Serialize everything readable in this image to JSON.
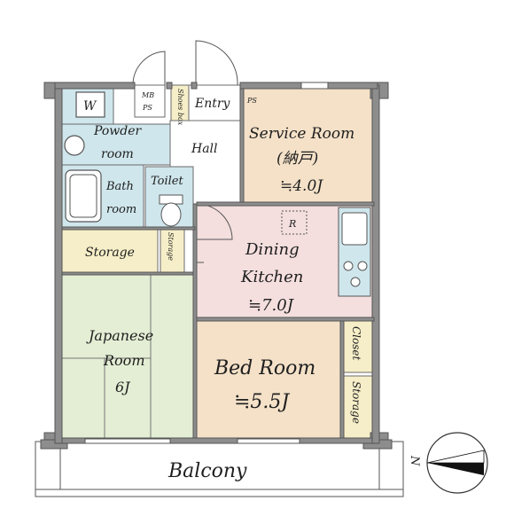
{
  "rooms": {
    "washer": "W",
    "mbps_line1": "MB",
    "mbps_line2": "PS",
    "shoes_box": "Shoes box",
    "entry": "Entry",
    "ps": "PS",
    "powder_line1": "Powder",
    "powder_line2": "room",
    "hall": "Hall",
    "bath_line1": "Bath",
    "bath_line2": "room",
    "toilet": "Toilet",
    "service_line1": "Service Room",
    "service_line2": "(納戸)",
    "service_size": "≒4.0J",
    "storage_left": "Storage",
    "storage_small": "Storage",
    "range_hood": "R",
    "dining_line1": "Dining",
    "dining_line2": "Kitchen",
    "dining_size": "≒7.0J",
    "japanese_line1": "Japanese",
    "japanese_line2": "Room",
    "japanese_size": "6J",
    "bed_line1": "Bed Room",
    "bed_size": "≒5.5J",
    "closet": "Closet",
    "storage_right": "Storage",
    "balcony": "Balcony"
  },
  "compass": {
    "label": "N"
  },
  "colors": {
    "wet_area": "#cfe6ec",
    "storage": "#f6eec8",
    "tatami": "#e3eed4",
    "bedroom": "#f4e1c8",
    "service_room": "#f4e1c8",
    "kitchen": "#f4dede",
    "wall": "#8d8d8d"
  }
}
